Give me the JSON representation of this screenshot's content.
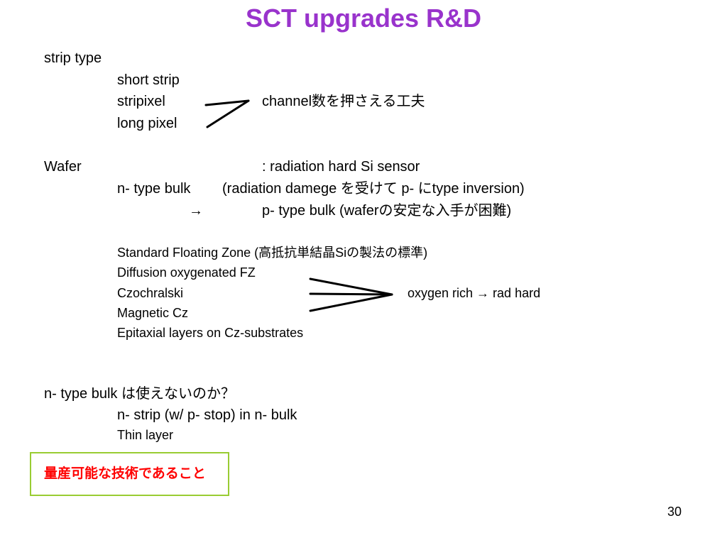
{
  "title": "SCT upgrades R&D",
  "strip": {
    "heading": "strip type",
    "items": [
      "short strip",
      "stripixel",
      "long pixel"
    ],
    "note": "channel数を押さえる工夫"
  },
  "wafer": {
    "label": "Wafer",
    "desc": ": radiation hard Si sensor",
    "ntype": "n- type bulk",
    "ntype_desc": "(radiation damege を受けて p- にtype inversion)",
    "arrow": "→",
    "ptype_desc": "p- type bulk (waferの安定な入手が困難)"
  },
  "materials": {
    "items": [
      "Standard Floating Zone (高抵抗単結晶Siの製法の標準)",
      "Diffusion oxygenated FZ",
      "Czochralski",
      "Magnetic Cz",
      "Epitaxial layers on Cz-substrates"
    ],
    "note": "oxygen rich → rad hard"
  },
  "nbulk": {
    "question": "n- type bulk は使えないのか？",
    "strip": "n- strip (w/ p- stop) in n- bulk",
    "thin": "Thin  layer"
  },
  "highlight": "量産可能な技術であること",
  "page_number": "30",
  "colors": {
    "title": "#9933cc",
    "highlight_text": "#ff0000",
    "box_border": "#99cc33"
  }
}
